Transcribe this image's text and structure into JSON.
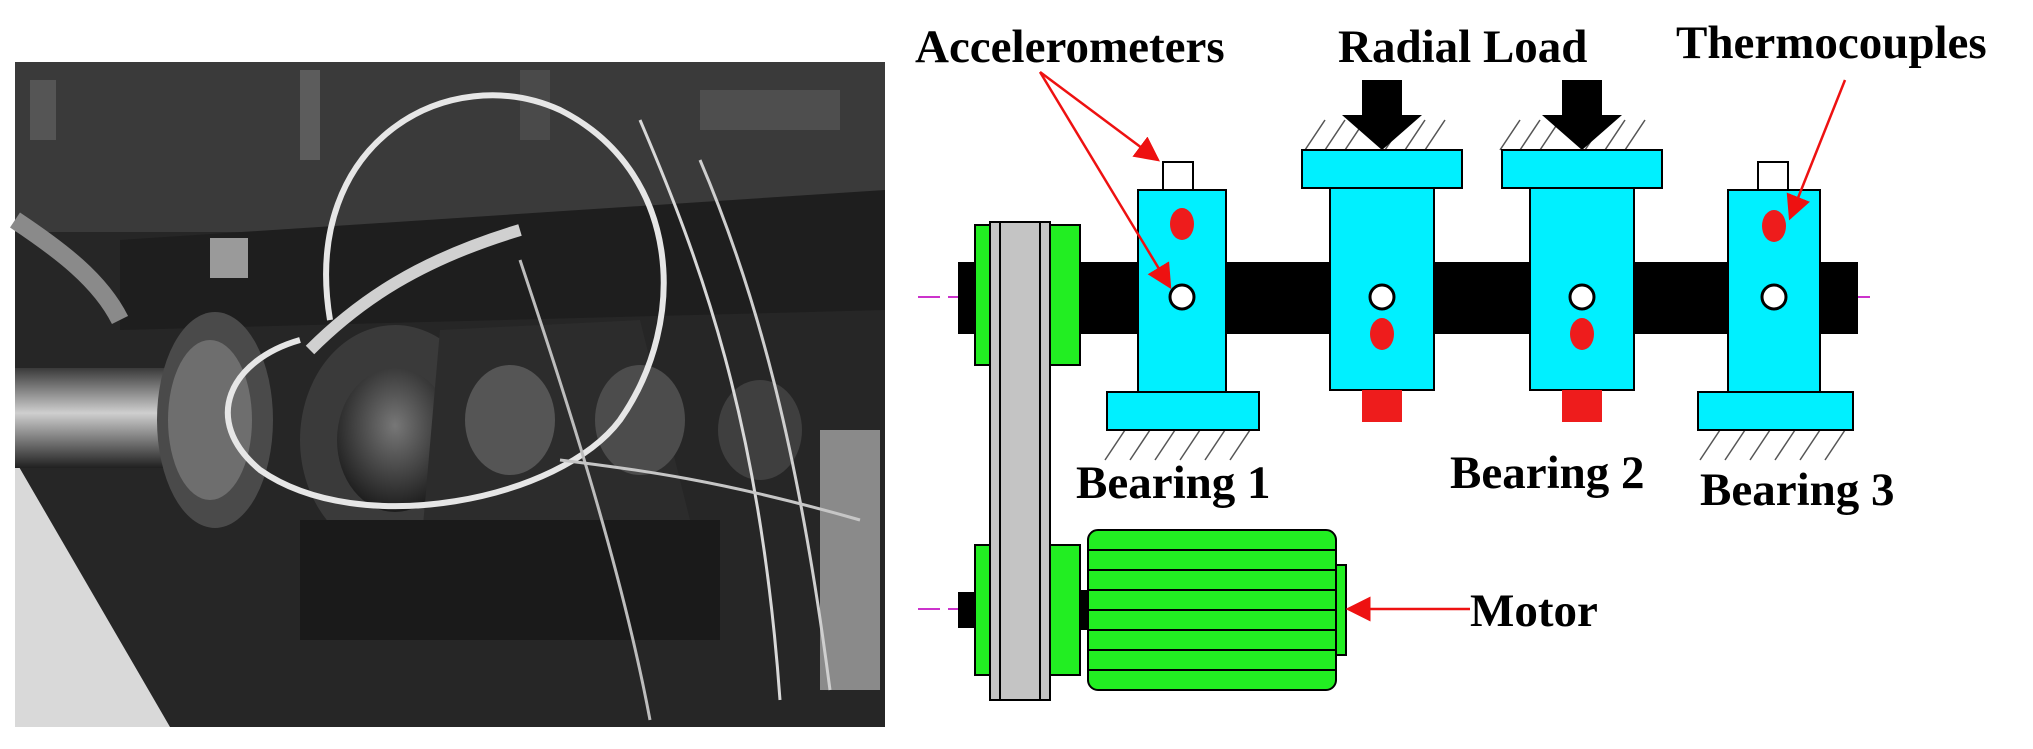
{
  "labels": {
    "accelerometers": "Accelerometers",
    "radial_load": "Radial Load",
    "thermocouples": "Thermocouples",
    "bearing1": "Bearing 1",
    "bearing2": "Bearing 2",
    "bearing3": "Bearing 3",
    "motor": "Motor"
  },
  "colors": {
    "housing": "#00f0ff",
    "pulley": "#22ee22",
    "motor": "#22ee22",
    "belt": "#c4c4c4",
    "shaft": "#000000",
    "sensor": "#ee1c1c",
    "arrow": "#ee1111",
    "centerline": "#cc33cc"
  },
  "icons": [
    "bearing-housing-icon",
    "accelerometer-icon",
    "thermocouple-icon",
    "load-arrow-icon",
    "motor-icon",
    "pulley-icon"
  ]
}
